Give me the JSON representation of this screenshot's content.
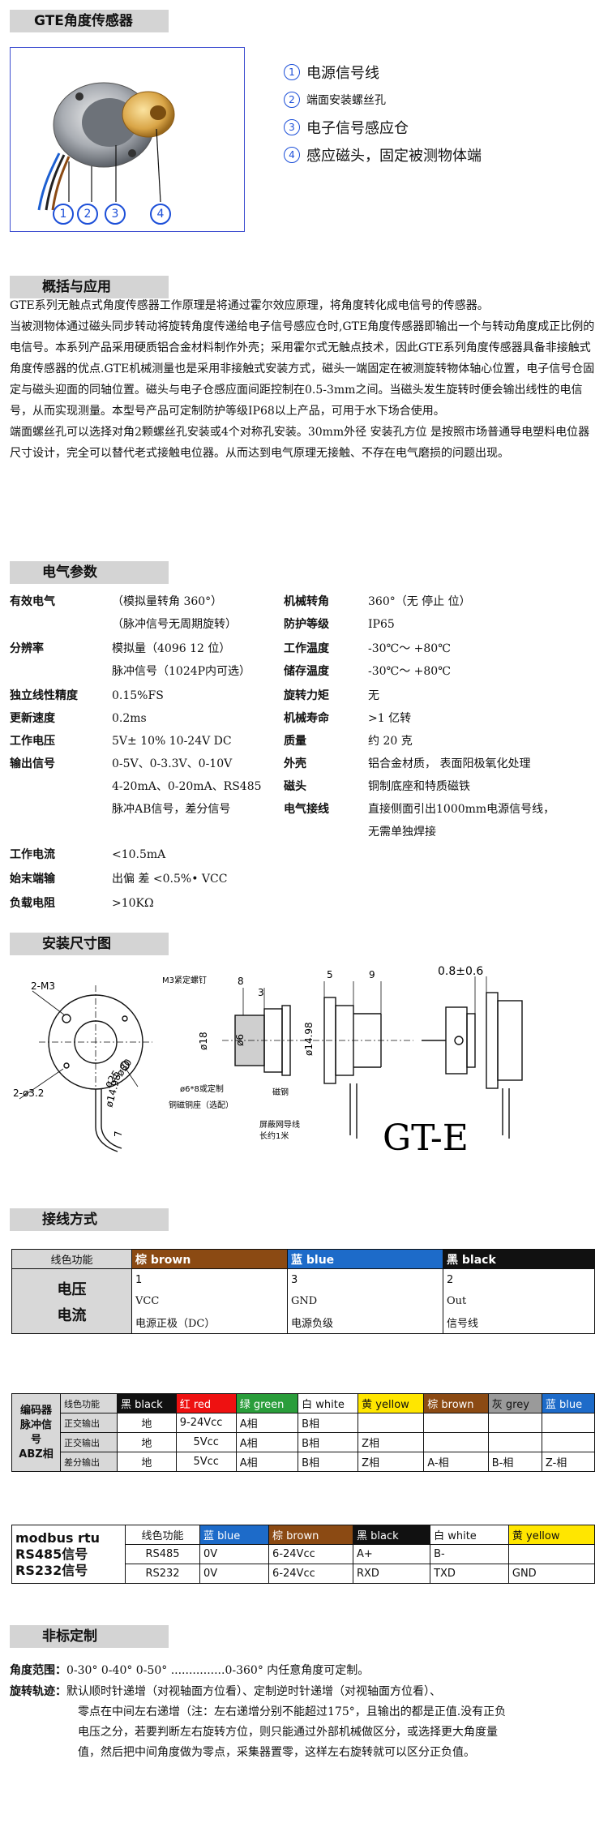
{
  "product": {
    "title": "GTE角度传感器",
    "labels": [
      {
        "num": "1",
        "text": "电源信号线"
      },
      {
        "num": "2",
        "text": "端面安装螺丝孔"
      },
      {
        "num": "3",
        "text": "电子信号感应仓"
      },
      {
        "num": "4",
        "text": "感应磁头，固定被测物体端"
      }
    ],
    "callouts": [
      "1",
      "2",
      "3",
      "4"
    ]
  },
  "overview": {
    "title": "概括与应用",
    "paragraphs": [
      "GTE系列无触点式角度传感器工作原理是将通过霍尔效应原理，将角度转化成电信号的传感器。",
      "当被测物体通过磁头同步转动将旋转角度传递给电子信号感应仓时,GTE角度传感器即输出一个与转动角度成正比例的电信号。本系列产品采用硬质铝合金材料制作外壳；采用霍尔式无触点技术，因此GTE系列角度传感器具备非接触式角度传感器的优点.GTE机械测量也是采用非接触式安装方式，磁头一端固定在被测旋转物体轴心位置，电子信号仓固定与磁头迎面的同轴位置。磁头与电子仓感应面间距控制在0.5-3mm之间。当磁头发生旋转时便会输出线性的电信号，从而实现测量。本型号产品可定制防护等级IP68以上产品，可用于水下场合使用。",
      "端面螺丝孔可以选择对角2颗螺丝孔安装或4个对称孔安装。30mm外径 安装孔方位 是按照市场普通导电塑料电位器尺寸设计，完全可以替代老式接触电位器。从而达到电气原理无接触、不存在电气磨损的问题出现。"
    ]
  },
  "electrical": {
    "title": "电气参数",
    "left": [
      {
        "k": "有效电气",
        "v": [
          "（模拟量转角 360°）",
          "（脉冲信号无周期旋转）"
        ]
      },
      {
        "k": "分辨率",
        "v": [
          "模拟量（4096  12 位）",
          "脉冲信号（1024P内可选）"
        ]
      },
      {
        "k": "独立线性精度",
        "v": [
          "0.15%FS"
        ]
      },
      {
        "k": "更新速度",
        "v": [
          "0.2ms"
        ]
      },
      {
        "k": "工作电压",
        "v": [
          "5V± 10%   10-24V DC"
        ]
      },
      {
        "k": "输出信号",
        "v": [
          "0-5V、0-3.3V、0-10V",
          "4-20mA、0-20mA、RS485",
          "脉冲AB信号，差分信号"
        ]
      }
    ],
    "right": [
      {
        "k": "机械转角",
        "v": [
          "360°（无 停止 位）"
        ]
      },
      {
        "k": "防护等级",
        "v": [
          "IP65"
        ]
      },
      {
        "k": "工作温度",
        "v": [
          "-30℃～ +80℃"
        ]
      },
      {
        "k": "储存温度",
        "v": [
          "-30℃～ +80℃"
        ]
      },
      {
        "k": "旋转力矩",
        "v": [
          "无"
        ]
      },
      {
        "k": "机械寿命",
        "v": [
          ">1 亿转"
        ]
      },
      {
        "k": "质量",
        "v": [
          "约 20 克"
        ]
      },
      {
        "k": "外壳",
        "v": [
          "铝合金材质，  表面阳极氧化处理"
        ]
      },
      {
        "k": "磁头",
        "v": [
          "铜制底座和特质磁铁"
        ]
      },
      {
        "k": "电气接线",
        "v": [
          "直接侧面引出1000mm电源信号线，",
          "无需单独焊接"
        ]
      }
    ],
    "bottom": [
      {
        "k": "工作电流",
        "v": "<10.5mA"
      },
      {
        "k": "始末端输",
        "v": "出偏 差 <0.5%• VCC"
      },
      {
        "k": "负载电阻",
        "v": ">10KΩ"
      }
    ]
  },
  "dimensions": {
    "title": "安装尺寸图",
    "labels": {
      "m3_holes": "2-M3",
      "phi_holes": "2-ø3.2",
      "d30": "ø30",
      "d25": "ø25",
      "d1498a": "ø14.98",
      "d18": "ø18",
      "d1498b": "ø14.98",
      "d6": "ø6",
      "screw": "M3紧定螺钉",
      "n8": "8",
      "n3": "3",
      "n5": "5",
      "n9": "9",
      "n7": "7",
      "gap": "0.8±0.6",
      "shaft": "ø6*8或定制",
      "base": "铜磁铜座（选配）",
      "magnet": "磁钢",
      "cable": "屏蔽网导线",
      "cable_len": "长约1米",
      "model": "GT-E"
    }
  },
  "wiring": {
    "title": "接线方式",
    "t1": {
      "func": "线色功能",
      "colors": [
        "棕 brown",
        "蓝 blue",
        "黑 black"
      ],
      "pins": [
        "1",
        "3",
        "2"
      ],
      "left_label1": "电压",
      "left_label2": "电流",
      "signals": [
        "VCC",
        "GND",
        "Out"
      ],
      "desc": [
        "电源正极（DC）",
        "电源负级",
        "信号线"
      ]
    },
    "t2": {
      "left": [
        "编码器",
        "脉冲信号",
        "ABZ相"
      ],
      "func": "线色功能",
      "headers": [
        "黑 black",
        "红 red",
        "绿 green",
        "白 white",
        "黄 yellow",
        "棕 brown",
        "灰 grey",
        "蓝 blue"
      ],
      "rows": [
        {
          "name": "正交输出",
          "cells": [
            "地",
            "9-24Vcc",
            "A相",
            "B相",
            "",
            "",
            "",
            ""
          ]
        },
        {
          "name": "正交输出",
          "cells": [
            "地",
            "5Vcc",
            "A相",
            "B相",
            "Z相",
            "",
            "",
            ""
          ]
        },
        {
          "name": "差分输出",
          "cells": [
            "地",
            "5Vcc",
            "A相",
            "B相",
            "Z相",
            "A-相",
            "B-相",
            "Z-相"
          ]
        }
      ]
    },
    "t3": {
      "left": [
        "modbus rtu",
        "RS485信号",
        "RS232信号"
      ],
      "func": "线色功能",
      "headers": [
        "蓝 blue",
        "棕 brown",
        "黑 black",
        "白 white",
        "黄 yellow"
      ],
      "rows": [
        [
          "RS485",
          "0V",
          "6-24Vcc",
          "A+",
          "B-",
          ""
        ],
        [
          "RS232",
          "0V",
          "6-24Vcc",
          "RXD",
          "TXD",
          "GND"
        ]
      ]
    }
  },
  "custom": {
    "title": "非标定制",
    "range_label": "角度范围：",
    "range_text": "0-30°  0-40°  0-50° ...............0-360° 内任意角度可定制。",
    "track_label": "旋转轨迹：",
    "track_lines": [
      "默认顺时针递增（对视轴面方位看）、定制逆时针递增（对视轴面方位看）、",
      "零点在中间左右递增（注：左右递增分别不能超过175°，且输出的都是正值.没有正负",
      "电压之分，若要判断左右旋转方位，则只能通过外部机械做区分，或选择更大角度量",
      "值，然后把中间角度做为零点，采集器置零，这样左右旋转就可以区分正负值。"
    ]
  }
}
